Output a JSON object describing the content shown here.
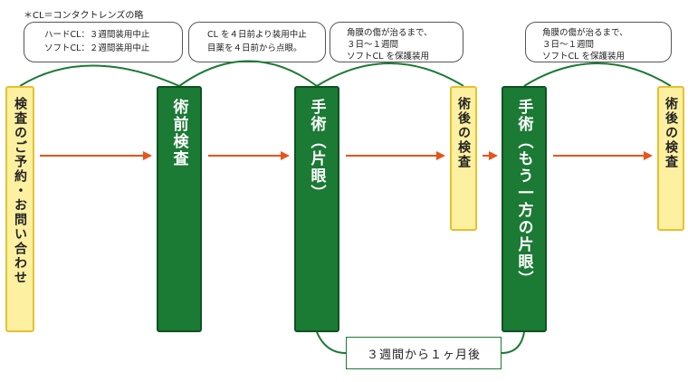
{
  "note": "＊CL＝コンタクトレンズの略",
  "bubbles": [
    {
      "lines": [
        "ハードCL：３週間装用中止",
        "ソフトCL：２週間装用中止"
      ]
    },
    {
      "lines": [
        "CL を４日前より装用中止",
        "目薬を４日前から点眼。"
      ]
    },
    {
      "lines": [
        "角膜の傷が治るまで、",
        "３日〜１週間",
        "ソフトCL を保護装用"
      ]
    },
    {
      "lines": [
        "角膜の傷が治るまで、",
        "３日〜１週間",
        "ソフトCL を保護装用"
      ]
    }
  ],
  "steps": [
    {
      "label": "検査のご予約・お問い合わせ"
    },
    {
      "label": "術前検査"
    },
    {
      "label": "手術（片眼）"
    },
    {
      "label": "術後の検査"
    },
    {
      "label": "手術（もう一方の片眼）"
    },
    {
      "label": "術後の検査"
    }
  ],
  "period": "３週間から１ヶ月後",
  "colors": {
    "green": "#1b7a34",
    "yellow_fill": "#fdf0a0",
    "yellow_border": "#e8c02e",
    "arrow": "#e8541a"
  }
}
